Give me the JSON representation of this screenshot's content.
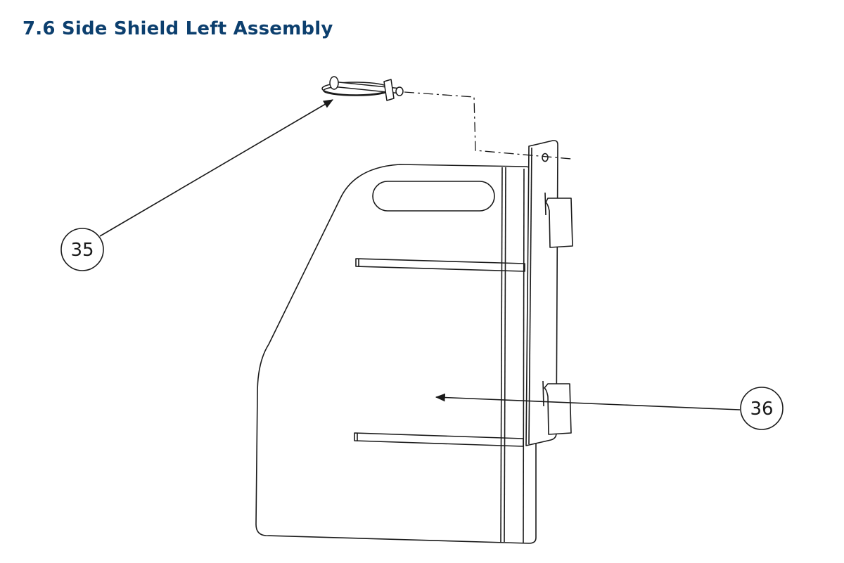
{
  "page": {
    "title": "7.6 Side Shield Left Assembly",
    "title_color": "#0c3f6e"
  },
  "diagram": {
    "line_color": "#1a1a1a",
    "callouts": [
      {
        "id": "35",
        "label": "35",
        "part": "hitch pin"
      },
      {
        "id": "36",
        "label": "36",
        "part": "side shield left"
      }
    ]
  }
}
